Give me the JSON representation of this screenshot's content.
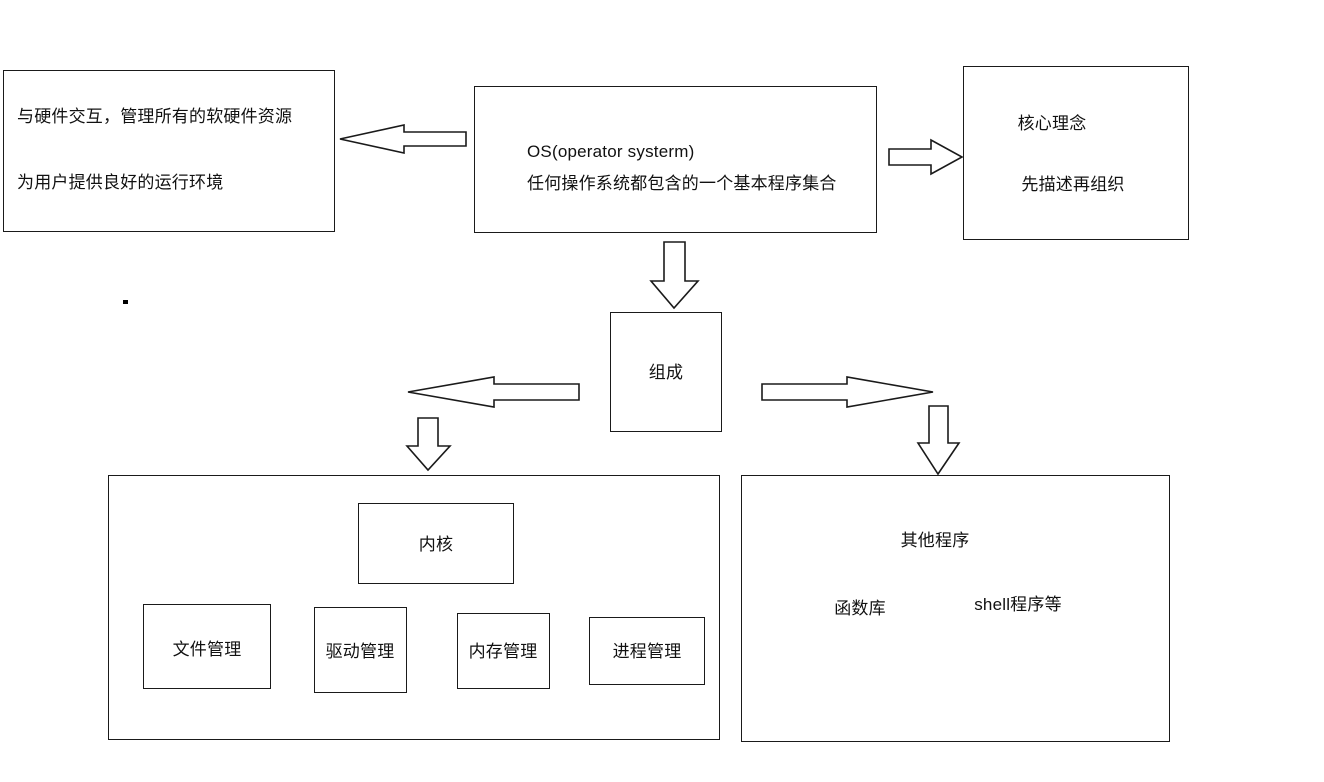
{
  "diagram": {
    "title_semantic": "operating-system-concept-map",
    "colors": {
      "stroke": "#1a1a1a",
      "text": "#111111",
      "background": "#ffffff"
    },
    "boxes": {
      "hardware_role": {
        "line1": "与硬件交互，管理所有的软硬件资源",
        "line2": "为用户提供良好的运行环境"
      },
      "os_definition": {
        "line1": "OS(operator systerm)",
        "line2": "任何操作系统都包含的一个基本程序集合"
      },
      "core_idea": {
        "line1": "核心理念",
        "line2": "先描述再组织"
      },
      "composition": {
        "label": "组成"
      },
      "kernel": {
        "label": "内核"
      },
      "kernel_modules": [
        {
          "label": "文件管理"
        },
        {
          "label": "驱动管理"
        },
        {
          "label": "内存管理"
        },
        {
          "label": "进程管理"
        }
      ],
      "other_programs": {
        "title": "其他程序",
        "item1": "函数库",
        "item2": "shell程序等"
      }
    },
    "arrows": [
      {
        "name": "arrow-os-to-hardware-role",
        "direction": "left"
      },
      {
        "name": "arrow-os-to-core-idea",
        "direction": "right"
      },
      {
        "name": "arrow-os-to-composition",
        "direction": "down"
      },
      {
        "name": "arrow-composition-to-left",
        "direction": "left"
      },
      {
        "name": "arrow-composition-to-right",
        "direction": "right"
      },
      {
        "name": "arrow-down-to-kernel-group",
        "direction": "down"
      },
      {
        "name": "arrow-down-to-other-programs",
        "direction": "down"
      }
    ]
  }
}
